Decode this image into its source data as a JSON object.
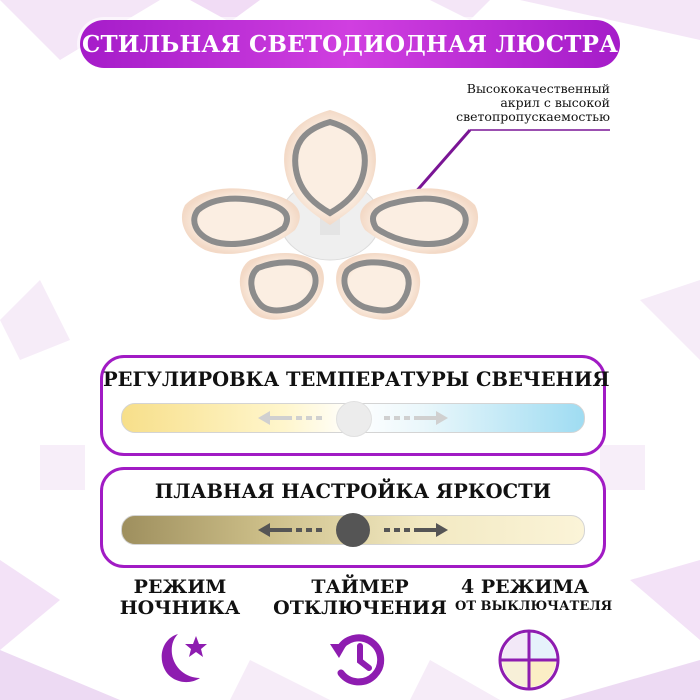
{
  "colors": {
    "accent": "#a11bc4",
    "banner": "#c02fd8",
    "knob_dark": "#555555",
    "temp_warm": "#f7df8a",
    "temp_cool": "#9fdcf2"
  },
  "header": {
    "title": "СТИЛЬНАЯ СВЕТОДИОДНАЯ ЛЮСТРА"
  },
  "callout": {
    "line1": "Высококачественный",
    "line2": "акрил с высокой",
    "line3": "светопропускаемостью"
  },
  "panels": {
    "temperature": {
      "title": "РЕГУЛИРОВКА ТЕМПЕРАТУРЫ СВЕЧЕНИЯ",
      "icon": "slider-arrows-icon"
    },
    "brightness": {
      "title": "ПЛАВНАЯ НАСТРОЙКА ЯРКОСТИ",
      "icon": "slider-arrows-icon"
    }
  },
  "features": {
    "night": {
      "line1": "РЕЖИМ",
      "line2": "НОЧНИКА",
      "icon": "moon-star-icon"
    },
    "timer": {
      "line1": "ТАЙМЕР",
      "line2": "ОТКЛЮЧЕНИЯ",
      "icon": "clock-timer-icon"
    },
    "modes": {
      "line1": "4 РЕЖИМА",
      "line2": "ОТ ВЫКЛЮЧАТЕЛЯ",
      "icon": "four-segment-icon"
    }
  }
}
